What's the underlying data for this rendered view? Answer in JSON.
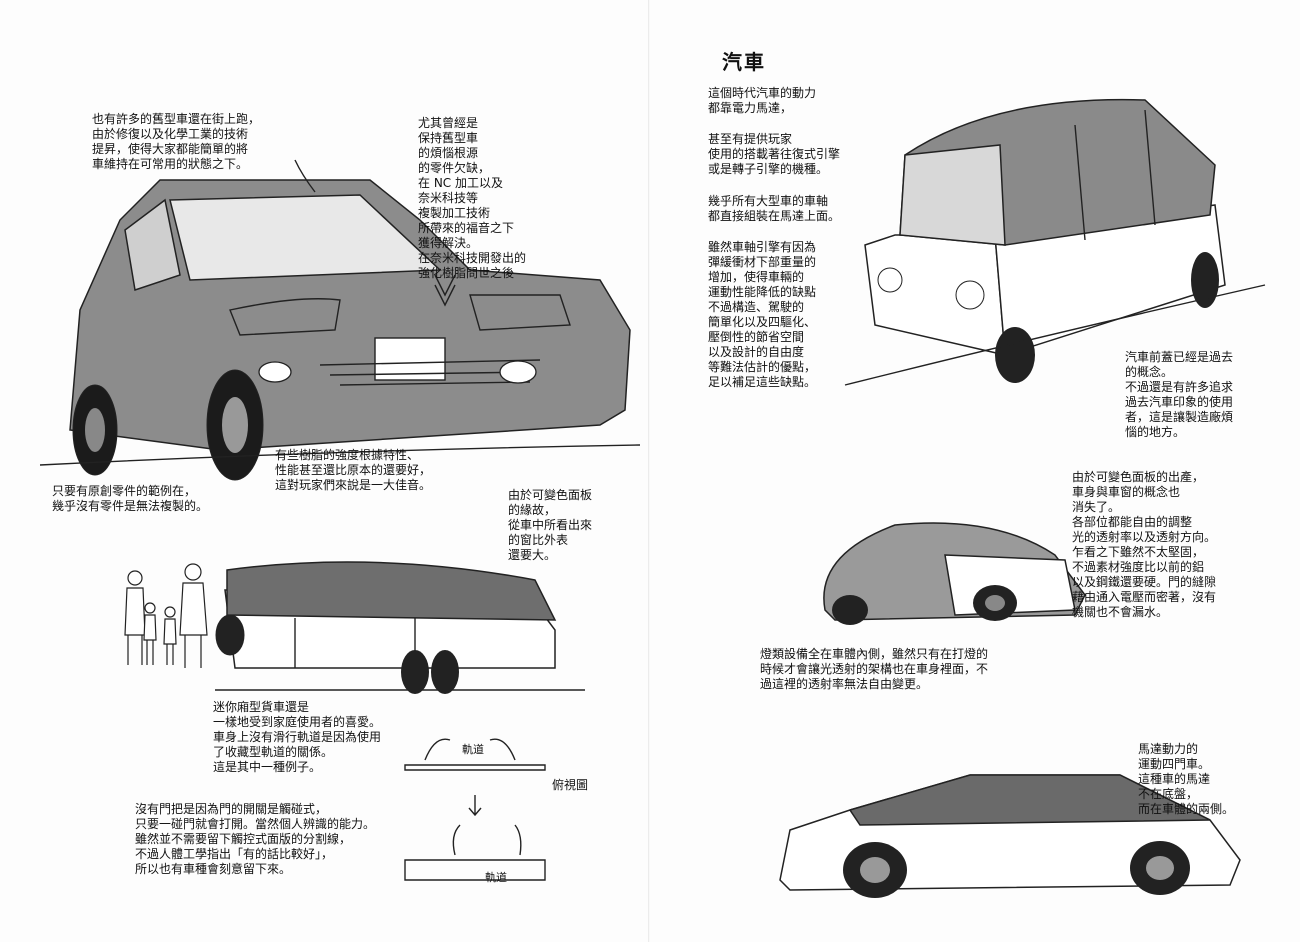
{
  "left_page": {
    "note_old_cars": "也有許多的舊型車還在街上跑，\n由於修復以及化學工業的技術\n提昇，使得大家都能簡單的將\n車維持在可常用的狀態之下。",
    "note_parts": "尤其曾經是\n保持舊型車\n的煩惱根源\n的零件欠缺，\n在 NC 加工以及\n奈米科技等\n複製加工技術\n所帶來的福音之下\n獲得解決。\n在奈米科技開發出的\n強化樹脂問世之後",
    "note_copy": "只要有原創零件的範例在，\n幾乎沒有零件是無法複製的。",
    "note_resin": "有些樹脂的強度根據特性、\n性能甚至還比原本的還要好，\n這對玩家們來說是一大佳音。",
    "note_window": "由於可變色面板\n的緣故，\n從車中所看出來\n的窗比外表\n還要大。",
    "note_van": "迷你廂型貨車還是\n一樣地受到家庭使用者的喜愛。\n車身上沒有滑行軌道是因為使用\n了收藏型軌道的關係。\n這是其中一種例子。",
    "label_track_top": "軌道",
    "label_track_bottom": "軌道",
    "label_topview": "俯視圖",
    "note_handle": "沒有門把是因為門的開關是觸碰式，\n只要一碰門就會打開。當然個人辨識的能力。\n雖然並不需要留下觸控式面版的分割線，\n不過人體工學指出「有的話比較好」，\n所以也有車種會刻意留下來。"
  },
  "right_page": {
    "title": "汽車",
    "note_motor": "這個時代汽車的動力\n都靠電力馬達，",
    "note_engine": "甚至有提供玩家\n使用的搭載著往復式引擎\n或是轉子引擎的機種。",
    "note_axle": "幾乎所有大型車的車軸\n都直接組裝在馬達上面。",
    "note_tradeoff": "雖然車軸引擎有因為\n彈緩衝材下部重量的\n增加，使得車輛的\n運動性能降低的缺點\n不過構造、駕駛的\n簡單化以及四驅化、\n壓倒性的節省空間\n以及設計的自由度\n等難法估計的優點，\n足以補足這些缺點。",
    "note_hood": "汽車前蓋已經是過去\n的概念。\n不過還是有許多追求\n過去汽車印象的使用\n者，這是讓製造廠煩\n惱的地方。",
    "note_panel": "由於可變色面板的出產，\n車身與車窗的概念也\n消失了。\n各部位都能自由的調整\n光的透射率以及透射方向。\n乍看之下雖然不太堅固，\n不過素材強度比以前的鋁\n以及鋼鐵還要硬。門的縫隙\n藉由通入電壓而密著，沒有\n機關也不會漏水。",
    "note_lights": "燈類設備全在車體內側，雖然只有在打燈的\n時候才會讓光透射的架構也在車身裡面，不\n過這裡的透射率無法自由變更。",
    "note_sedan": "馬達動力的\n運動四門車。\n這種車的馬達\n不在底盤，\n而在車體的兩側。"
  }
}
